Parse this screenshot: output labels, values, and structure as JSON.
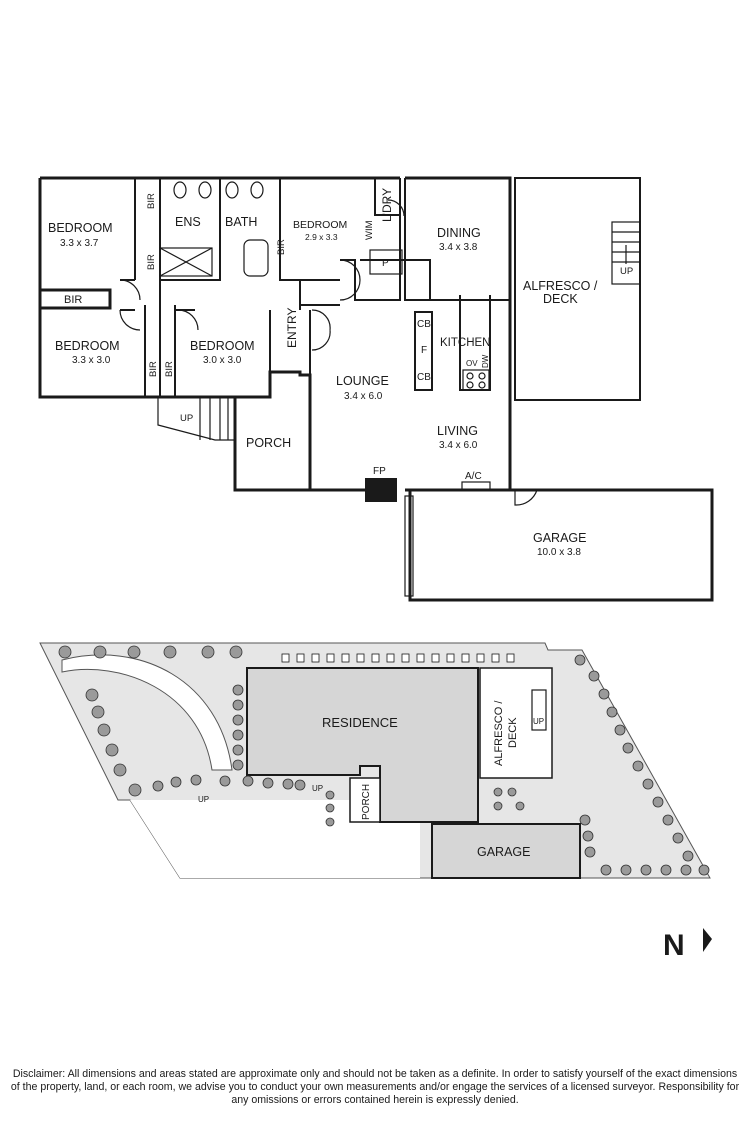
{
  "floor_plan": {
    "rooms": [
      {
        "id": "bedroom1",
        "name": "BEDROOM",
        "size": "3.3 x 3.7"
      },
      {
        "id": "ens",
        "name": "ENS",
        "size": ""
      },
      {
        "id": "bath",
        "name": "BATH",
        "size": ""
      },
      {
        "id": "bedroom2",
        "name": "BEDROOM",
        "size": "2.9 x 3.3"
      },
      {
        "id": "ldry",
        "name": "L'DRY",
        "size": ""
      },
      {
        "id": "dining",
        "name": "DINING",
        "size": "3.4 x 3.8"
      },
      {
        "id": "alfresco",
        "name": "ALFRESCO /",
        "name2": "DECK",
        "size": ""
      },
      {
        "id": "bedroom3",
        "name": "BEDROOM",
        "size": "3.3 x 3.0"
      },
      {
        "id": "bedroom4",
        "name": "BEDROOM",
        "size": "3.0 x 3.0"
      },
      {
        "id": "entry",
        "name": "ENTRY",
        "size": ""
      },
      {
        "id": "kitchen",
        "name": "KITCHEN",
        "size": ""
      },
      {
        "id": "lounge",
        "name": "LOUNGE",
        "size": "3.4 x 6.0"
      },
      {
        "id": "living",
        "name": "LIVING",
        "size": "3.4 x 6.0"
      },
      {
        "id": "porch",
        "name": "PORCH",
        "size": ""
      },
      {
        "id": "garage",
        "name": "GARAGE",
        "size": "10.0 x 3.8"
      }
    ],
    "fixtures": {
      "bir": "BIR",
      "wim": "WIM",
      "pantry": "P",
      "cb": "CB",
      "fridge": "F",
      "ov": "OV",
      "dw": "DW",
      "fp": "FP",
      "ac": "A/C",
      "up": "UP"
    }
  },
  "site_plan": {
    "residence": "RESIDENCE",
    "alfresco": "ALFRESCO /",
    "deck": "DECK",
    "porch": "PORCH",
    "garage": "GARAGE",
    "up": "UP"
  },
  "north": {
    "label": "N",
    "icon": "north-arrow-icon"
  },
  "disclaimer": "Disclaimer: All dimensions and areas stated are approximate only and should not be taken as a definite. In order to satisfy yourself of the exact dimensions of the property, land, or each room, we advise you to conduct your own measurements and/or engage the services of a licensed surveyor. Responsibility for any omissions or errors contained herein is expressly denied."
}
